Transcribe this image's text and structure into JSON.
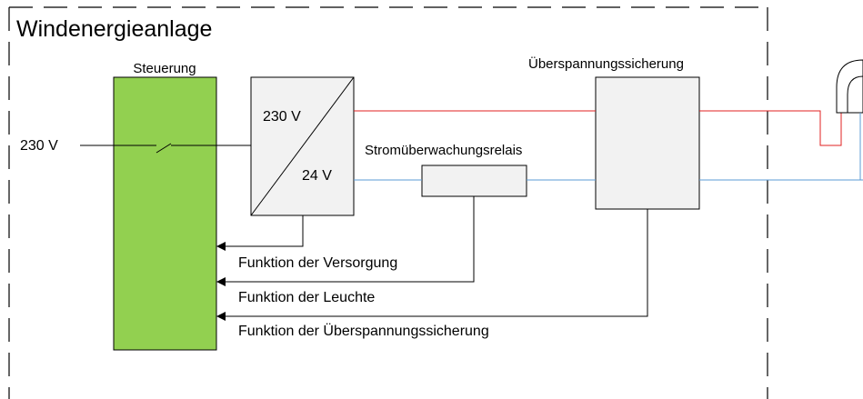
{
  "title": "Windenergieanlage",
  "labels": {
    "steuerung": "Steuerung",
    "input_voltage": "230 V",
    "converter_in": "230 V",
    "converter_out": "24 V",
    "relay": "Stromüberwachungsrelais",
    "surge": "Überspannungssicherung",
    "feedback_supply": "Funktion der Versorgung",
    "feedback_lamp": "Funktion der Leuchte",
    "feedback_surge": "Funktion der Überspannungssicherung"
  },
  "colors": {
    "controller_fill": "#92d050",
    "box_fill": "#f2f2f2",
    "positive_wire": "#e02020",
    "negative_wire": "#5b9bd5",
    "border": "#000000"
  },
  "icons": {
    "switch": "open-switch-icon",
    "lamp": "warning-lamp-icon"
  }
}
